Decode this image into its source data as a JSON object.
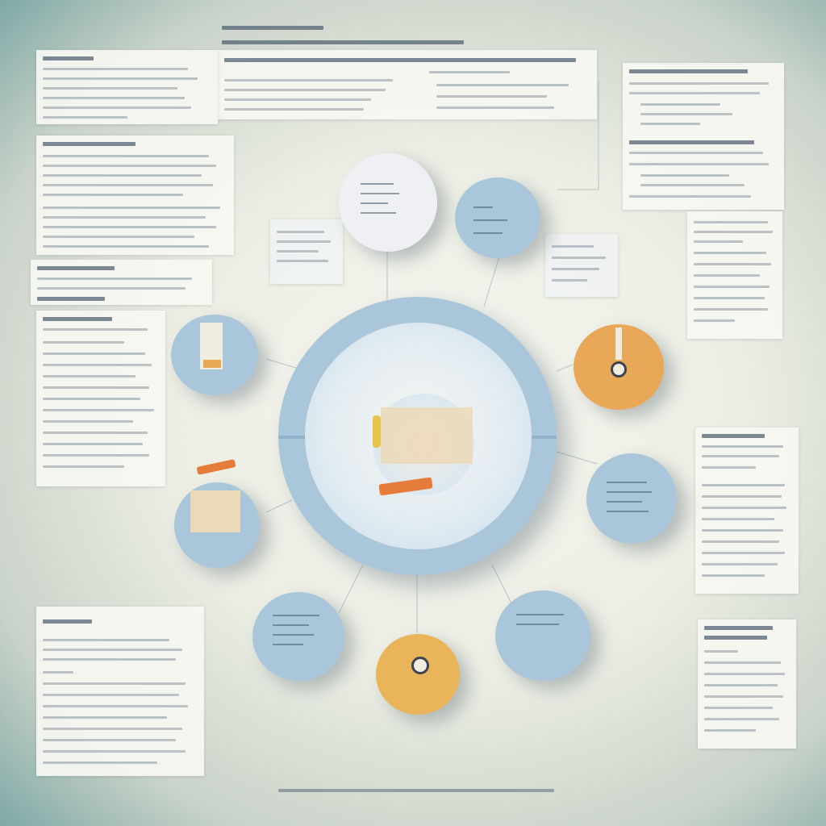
{
  "header": {
    "small_title": "",
    "main_title": "",
    "subtitle": ""
  },
  "footer": {
    "caption": ""
  },
  "colors": {
    "node_blue": "#a9c6da",
    "node_orange": "#e8a857",
    "node_yellow": "#eab45a",
    "node_white": "#eef0f4",
    "ring": "#a9c6da",
    "hub_accent": "#e67c3a"
  },
  "node_colors": {
    "top_left_white": "node_white",
    "top_blue": "node_blue",
    "left_blue": "node_blue",
    "right_orange": "node_orange",
    "right_blue": "node_blue",
    "left_lower_blue": "node_blue",
    "bottom_left_blue": "node_blue",
    "bottom_yellow": "node_yellow",
    "bottom_right_blue": "node_blue"
  },
  "icons": {
    "hub": "document-icon",
    "right_orange": "gauge-icon",
    "bottom_yellow": "eye-icon",
    "left_lower": "wrench-icon"
  }
}
